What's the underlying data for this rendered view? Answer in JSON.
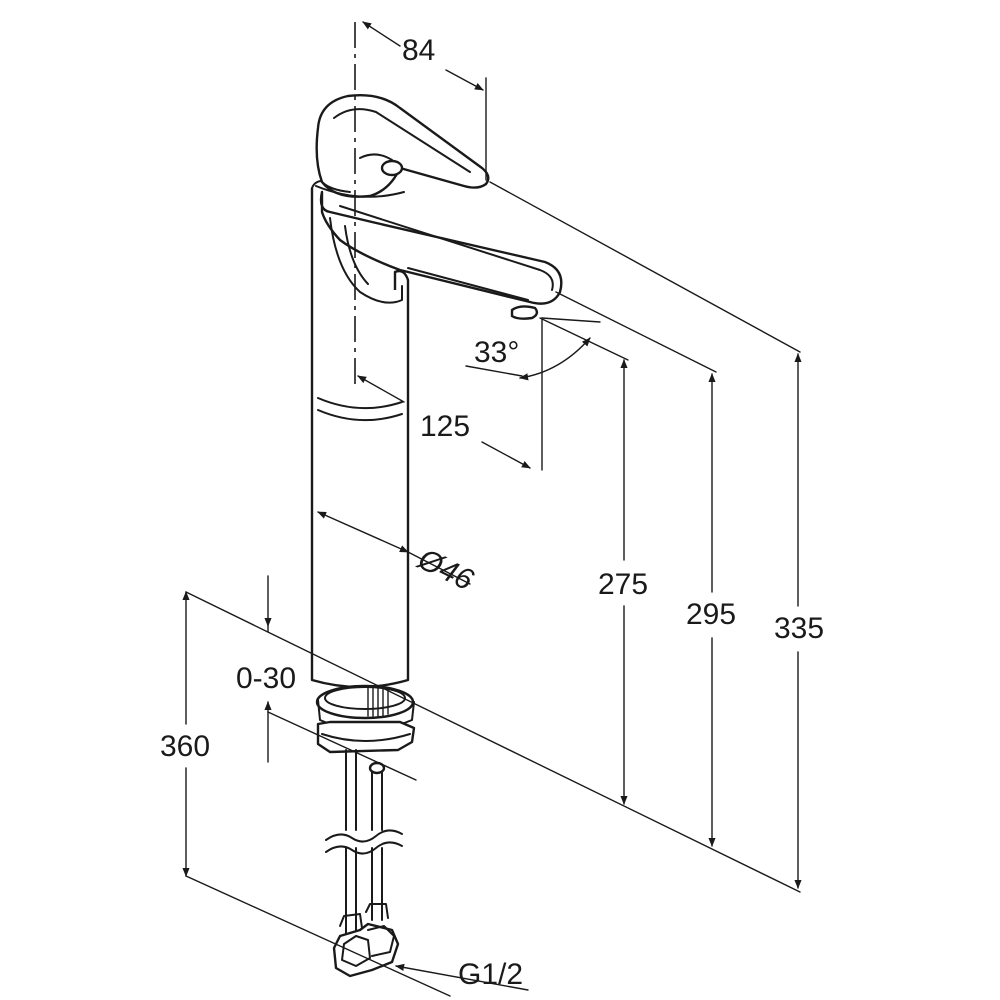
{
  "dimensions": {
    "handle_reach": "84",
    "spout_angle": "33°",
    "spout_reach": "125",
    "body_diameter": "Ø46",
    "spout_outlet_height": "275",
    "spout_top_height": "295",
    "total_height": "335",
    "deck_thickness": "0-30",
    "hose_length": "360",
    "connection_thread": "G1/2"
  }
}
